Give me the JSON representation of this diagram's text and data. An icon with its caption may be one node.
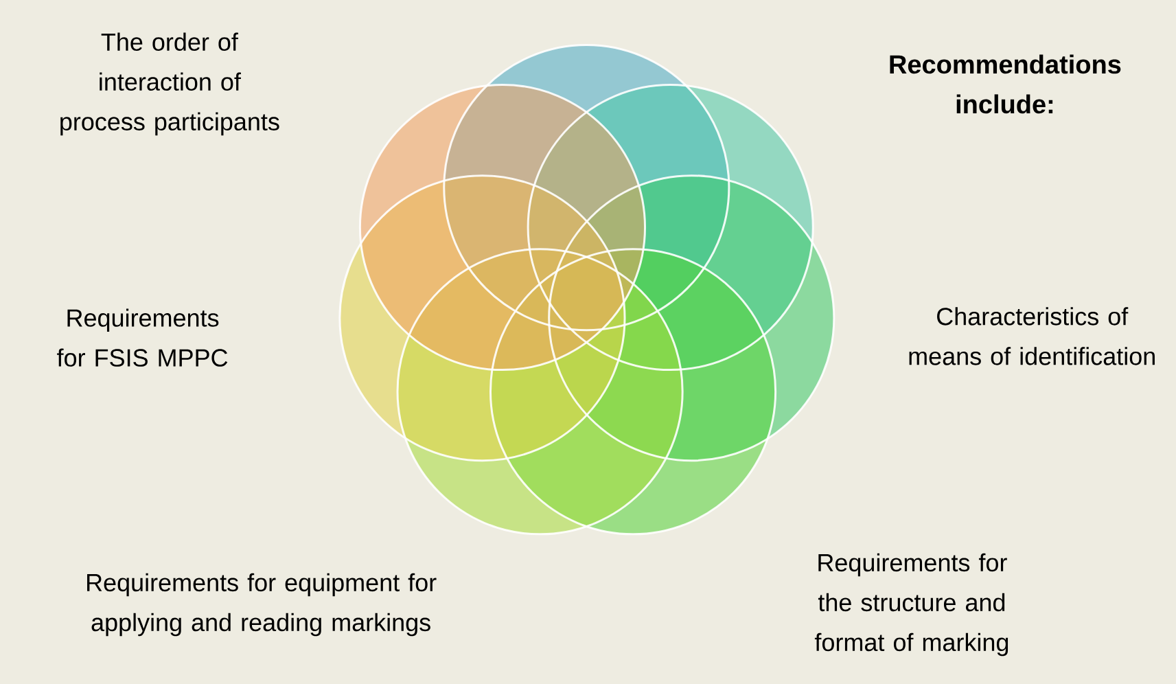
{
  "diagram": {
    "title": "Recommendations include:",
    "labels": [
      "The order of interaction of process participants",
      "Characteristics of means of identification",
      "Requirements for FSIS MPPC",
      "Requirements for equipment for applying and reading markings",
      "Requirements for the structure and format of marking"
    ]
  }
}
